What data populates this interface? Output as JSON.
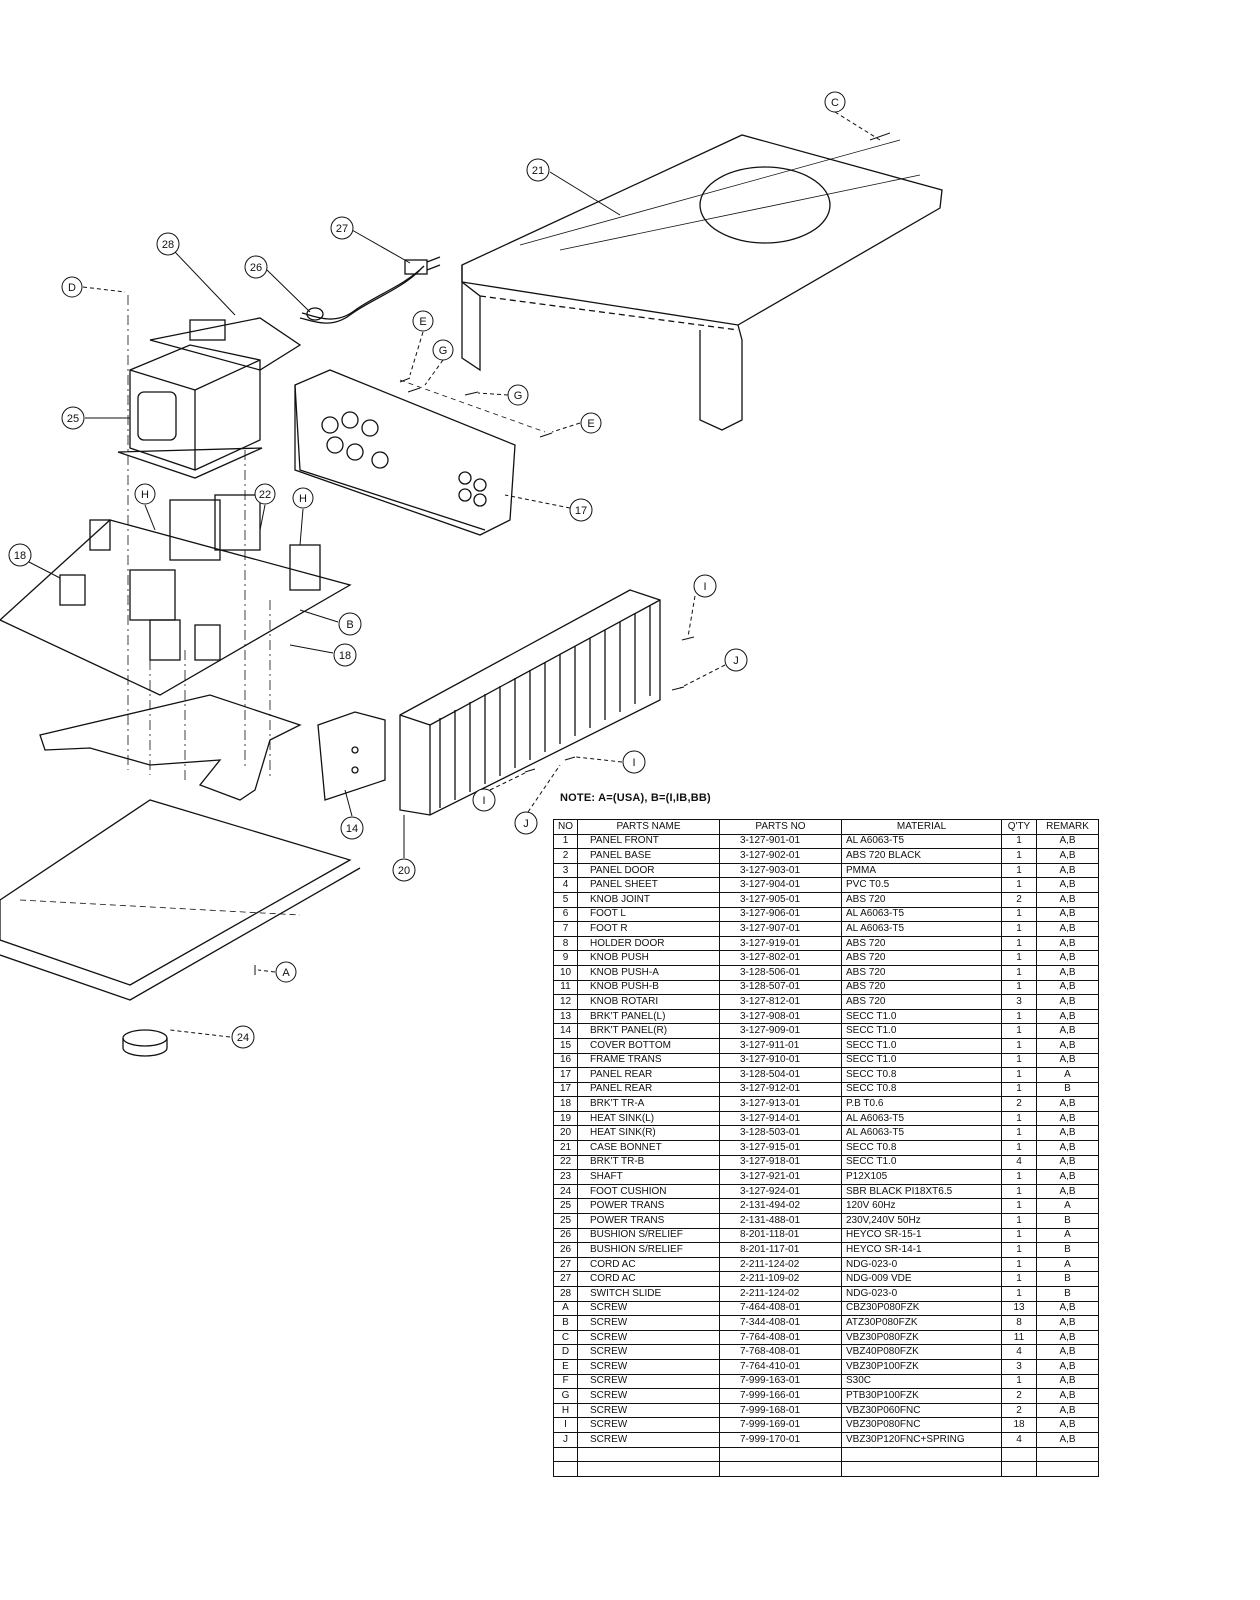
{
  "note": "NOTE: A=(USA), B=(I,IB,BB)",
  "table": {
    "headers": [
      "NO",
      "PARTS NAME",
      "PARTS NO",
      "MATERIAL",
      "Q'TY",
      "REMARK"
    ],
    "rows": [
      [
        "1",
        "PANEL FRONT",
        "3-127-901-01",
        "AL A6063-T5",
        "1",
        "A,B"
      ],
      [
        "2",
        "PANEL BASE",
        "3-127-902-01",
        "ABS 720 BLACK",
        "1",
        "A,B"
      ],
      [
        "3",
        "PANEL DOOR",
        "3-127-903-01",
        "PMMA",
        "1",
        "A,B"
      ],
      [
        "4",
        "PANEL SHEET",
        "3-127-904-01",
        "PVC T0.5",
        "1",
        "A,B"
      ],
      [
        "5",
        "KNOB JOINT",
        "3-127-905-01",
        "ABS 720",
        "2",
        "A,B"
      ],
      [
        "6",
        "FOOT L",
        "3-127-906-01",
        "AL A6063-T5",
        "1",
        "A,B"
      ],
      [
        "7",
        "FOOT R",
        "3-127-907-01",
        "AL A6063-T5",
        "1",
        "A,B"
      ],
      [
        "8",
        "HOLDER DOOR",
        "3-127-919-01",
        "ABS 720",
        "1",
        "A,B"
      ],
      [
        "9",
        "KNOB PUSH",
        "3-127-802-01",
        "ABS 720",
        "1",
        "A,B"
      ],
      [
        "10",
        "KNOB PUSH-A",
        "3-128-506-01",
        "ABS 720",
        "1",
        "A,B"
      ],
      [
        "11",
        "KNOB PUSH-B",
        "3-128-507-01",
        "ABS 720",
        "1",
        "A,B"
      ],
      [
        "12",
        "KNOB ROTARI",
        "3-127-812-01",
        "ABS 720",
        "3",
        "A,B"
      ],
      [
        "13",
        "BRK'T PANEL(L)",
        "3-127-908-01",
        "SECC T1.0",
        "1",
        "A,B"
      ],
      [
        "14",
        "BRK'T PANEL(R)",
        "3-127-909-01",
        "SECC T1.0",
        "1",
        "A,B"
      ],
      [
        "15",
        "COVER BOTTOM",
        "3-127-911-01",
        "SECC T1.0",
        "1",
        "A,B"
      ],
      [
        "16",
        "FRAME TRANS",
        "3-127-910-01",
        "SECC T1.0",
        "1",
        "A,B"
      ],
      [
        "17",
        "PANEL REAR",
        "3-128-504-01",
        "SECC T0.8",
        "1",
        "A"
      ],
      [
        "17",
        "PANEL REAR",
        "3-127-912-01",
        "SECC T0.8",
        "1",
        "B"
      ],
      [
        "18",
        "BRK'T TR-A",
        "3-127-913-01",
        "P.B T0.6",
        "2",
        "A,B"
      ],
      [
        "19",
        "HEAT SINK(L)",
        "3-127-914-01",
        "AL A6063-T5",
        "1",
        "A,B"
      ],
      [
        "20",
        "HEAT SINK(R)",
        "3-128-503-01",
        "AL A6063-T5",
        "1",
        "A,B"
      ],
      [
        "21",
        "CASE BONNET",
        "3-127-915-01",
        "SECC T0.8",
        "1",
        "A,B"
      ],
      [
        "22",
        "BRK'T TR-B",
        "3-127-918-01",
        "SECC T1.0",
        "4",
        "A,B"
      ],
      [
        "23",
        "SHAFT",
        "3-127-921-01",
        "P12X105",
        "1",
        "A,B"
      ],
      [
        "24",
        "FOOT CUSHION",
        "3-127-924-01",
        "SBR BLACK PI18XT6.5",
        "1",
        "A,B"
      ],
      [
        "25",
        "POWER TRANS",
        "2-131-494-02",
        "120V 60Hz",
        "1",
        "A"
      ],
      [
        "25",
        "POWER TRANS",
        "2-131-488-01",
        "230V,240V 50Hz",
        "1",
        "B"
      ],
      [
        "26",
        "BUSHION S/RELIEF",
        "8-201-118-01",
        "HEYCO SR-15-1",
        "1",
        "A"
      ],
      [
        "26",
        "BUSHION S/RELIEF",
        "8-201-117-01",
        "HEYCO SR-14-1",
        "1",
        "B"
      ],
      [
        "27",
        "CORD AC",
        "2-211-124-02",
        "NDG-023-0",
        "1",
        "A"
      ],
      [
        "27",
        "CORD AC",
        "2-211-109-02",
        "NDG-009 VDE",
        "1",
        "B"
      ],
      [
        "28",
        "SWITCH SLIDE",
        "2-211-124-02",
        "NDG-023-0",
        "1",
        "B"
      ],
      [
        "A",
        "SCREW",
        "7-464-408-01",
        "CBZ30P080FZK",
        "13",
        "A,B"
      ],
      [
        "B",
        "SCREW",
        "7-344-408-01",
        "ATZ30P080FZK",
        "8",
        "A,B"
      ],
      [
        "C",
        "SCREW",
        "7-764-408-01",
        "VBZ30P080FZK",
        "11",
        "A,B"
      ],
      [
        "D",
        "SCREW",
        "7-768-408-01",
        "VBZ40P080FZK",
        "4",
        "A,B"
      ],
      [
        "E",
        "SCREW",
        "7-764-410-01",
        "VBZ30P100FZK",
        "3",
        "A,B"
      ],
      [
        "F",
        "SCREW",
        "7-999-163-01",
        "S30C",
        "1",
        "A,B"
      ],
      [
        "G",
        "SCREW",
        "7-999-166-01",
        "PTB30P100FZK",
        "2",
        "A,B"
      ],
      [
        "H",
        "SCREW",
        "7-999-168-01",
        "VBZ30P060FNC",
        "2",
        "A,B"
      ],
      [
        "I",
        "SCREW",
        "7-999-169-01",
        "VBZ30P080FNC",
        "18",
        "A,B"
      ],
      [
        "J",
        "SCREW",
        "7-999-170-01",
        "VBZ30P120FNC+SPRING",
        "4",
        "A,B"
      ],
      [
        "",
        "",
        "",
        "",
        "",
        ""
      ],
      [
        "",
        "",
        "",
        "",
        "",
        ""
      ]
    ]
  },
  "callouts": [
    "C",
    "21",
    "27",
    "28",
    "26",
    "D",
    "E",
    "G",
    "G",
    "E",
    "25",
    "17",
    "H",
    "22",
    "H",
    "18",
    "B",
    "18",
    "I",
    "J",
    "I",
    "I",
    "J",
    "14",
    "20",
    "A",
    "24"
  ]
}
